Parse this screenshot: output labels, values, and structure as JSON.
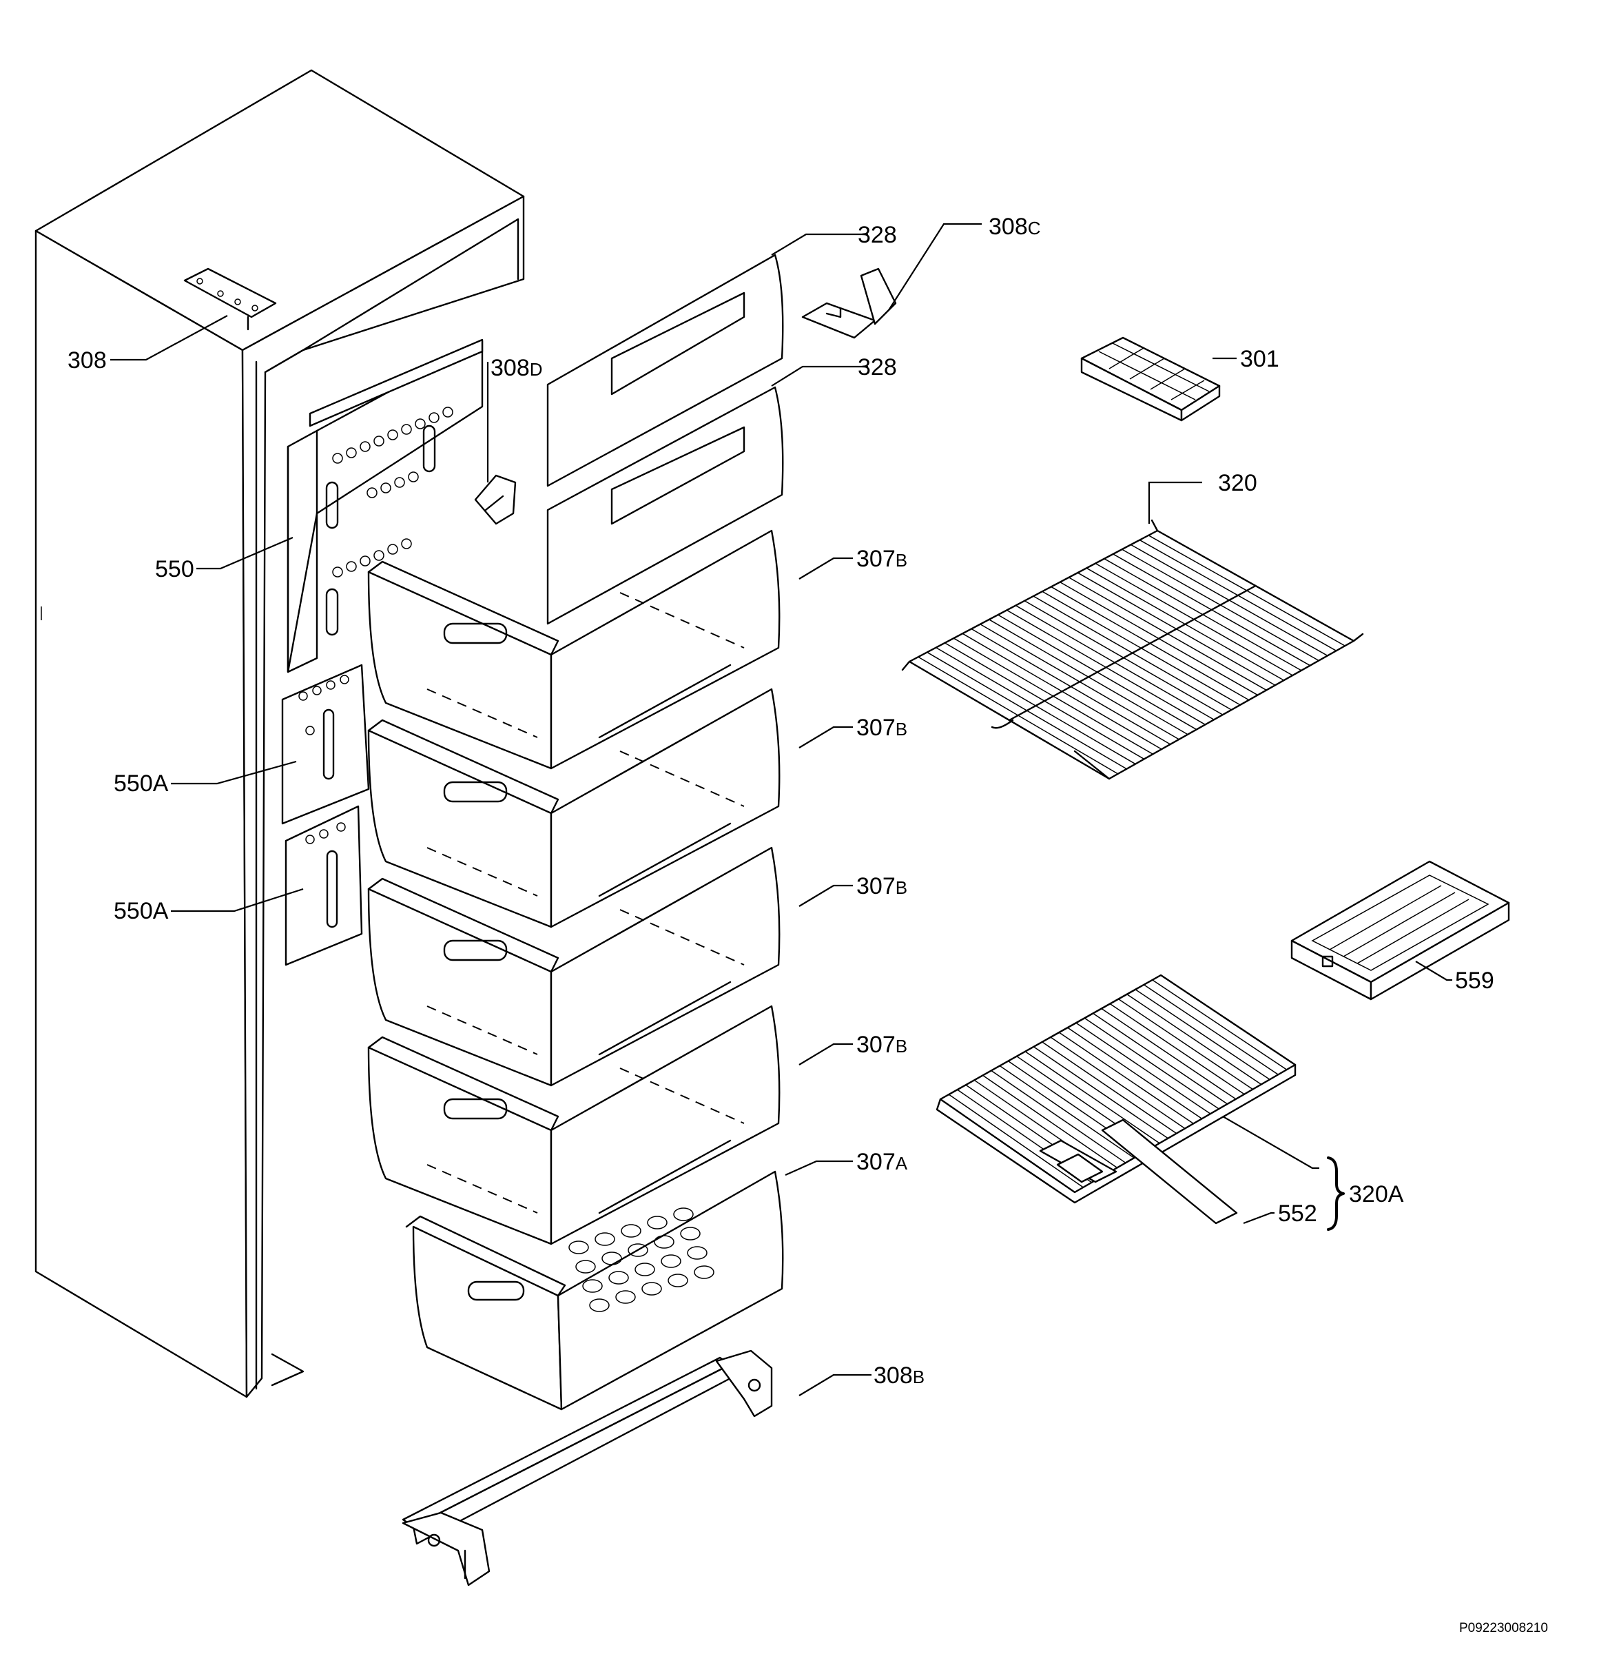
{
  "diagram": {
    "labels": {
      "p308": "308",
      "p308d": "308",
      "p308d_suffix": "D",
      "p308c": "308",
      "p308c_suffix": "C",
      "p328_top": "328",
      "p328_bottom": "328",
      "p301": "301",
      "p320": "320",
      "p550": "550",
      "p550a_upper": "550A",
      "p550a_lower": "550A",
      "p307b_1": "307",
      "p307b_1_suffix": "B",
      "p307b_2": "307",
      "p307b_2_suffix": "B",
      "p307b_3": "307",
      "p307b_3_suffix": "B",
      "p307b_4": "307",
      "p307b_4_suffix": "B",
      "p307a": "307",
      "p307a_suffix": "A",
      "p308b": "308",
      "p308b_suffix": "B",
      "p559": "559",
      "p320a": "320A",
      "p552": "552"
    },
    "drawing_code": "P09223008210"
  }
}
